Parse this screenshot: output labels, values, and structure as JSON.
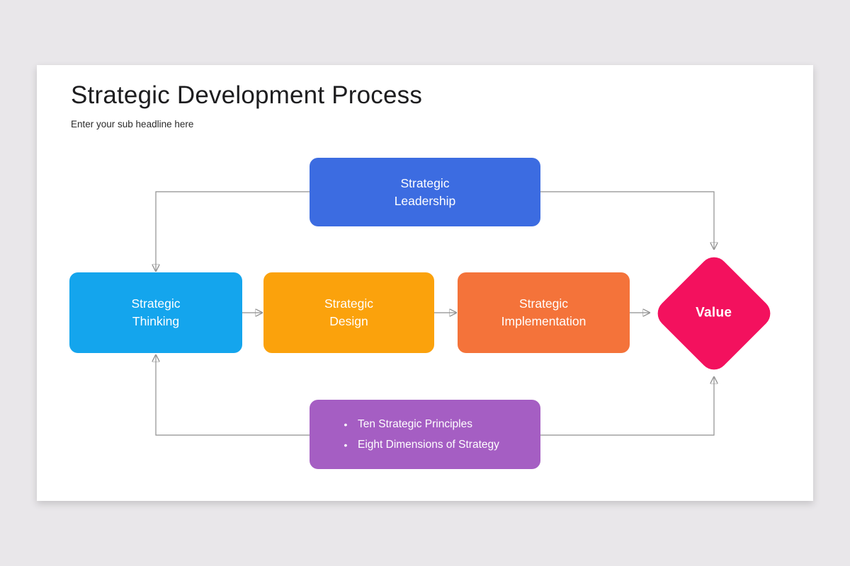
{
  "header": {
    "title": "Strategic Development Process",
    "subtitle": "Enter your sub headline here"
  },
  "diagram": {
    "nodes": {
      "leadership": {
        "label": "Strategic\nLeadership",
        "color": "#3c6ce1"
      },
      "thinking": {
        "label": "Strategic\nThinking",
        "color": "#14a5ed"
      },
      "design": {
        "label": "Strategic\nDesign",
        "color": "#fba20c"
      },
      "implementation": {
        "label": "Strategic\nImplementation",
        "color": "#f4733a"
      },
      "value": {
        "label": "Value",
        "color": "#f3115e"
      },
      "principles": {
        "color": "#a55ec3",
        "bullet_glyph": "•",
        "items": [
          "Ten Strategic Principles",
          "Eight Dimensions of Strategy"
        ]
      }
    }
  }
}
